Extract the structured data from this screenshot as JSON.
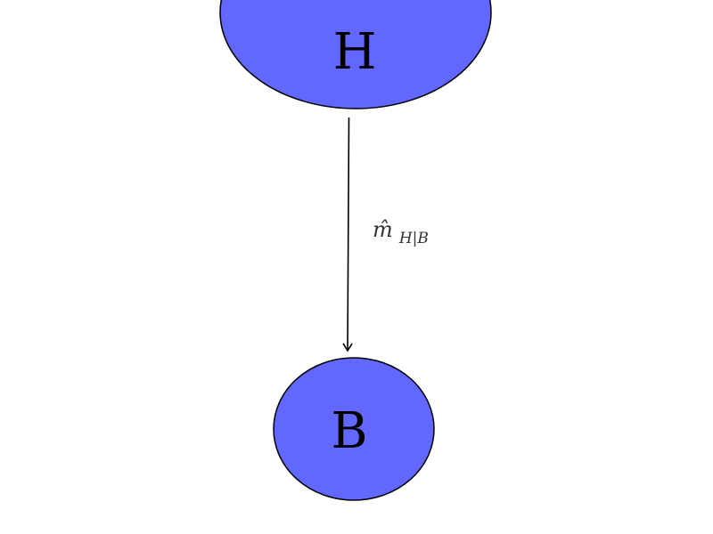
{
  "nodes": {
    "top": {
      "label": "H"
    },
    "bottom": {
      "label": "B"
    }
  },
  "edge": {
    "label_main": "m̂",
    "label_sub": "H|B"
  },
  "colors": {
    "node_fill": "#6268ff",
    "node_stroke": "#000000",
    "edge_stroke": "#000000"
  }
}
